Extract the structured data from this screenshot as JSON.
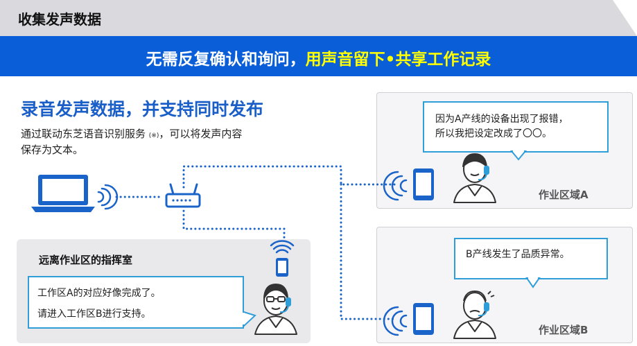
{
  "header": {
    "title": "收集发声数据"
  },
  "banner": {
    "text_plain": "无需反复确认和询问，",
    "text_highlight": "用声音留下•共享工作记录"
  },
  "intro": {
    "headline": "录音发声数据，并支持同时发布",
    "desc_line1_a": "通过联动东芝语音识别服务",
    "desc_line1_note": "(※)",
    "desc_line1_b": "，可以将发声内容",
    "desc_line2": "保存为文本。"
  },
  "command_room": {
    "label": "远离作业区的指挥室",
    "message_line1": "工作区A的对应好像完成了。",
    "message_line2": "请进入工作区B进行支持。"
  },
  "zone_a": {
    "label": "作业区域A",
    "message_line1": "因为A产线的设备出现了报错，",
    "message_line2": "所以我把设定改成了〇〇。"
  },
  "zone_b": {
    "label": "作业区域B",
    "message_line1": "B产线发生了品质异常。"
  },
  "colors": {
    "brand_blue": "#0a5ed7",
    "highlight_yellow": "#ffff00",
    "device_blue": "#1a63c9",
    "bubble_border": "#2f9ed8"
  },
  "icons": [
    "laptop-icon",
    "router-icon",
    "smartphone-icon",
    "wifi-signal-icon",
    "headset-worker-icon"
  ]
}
